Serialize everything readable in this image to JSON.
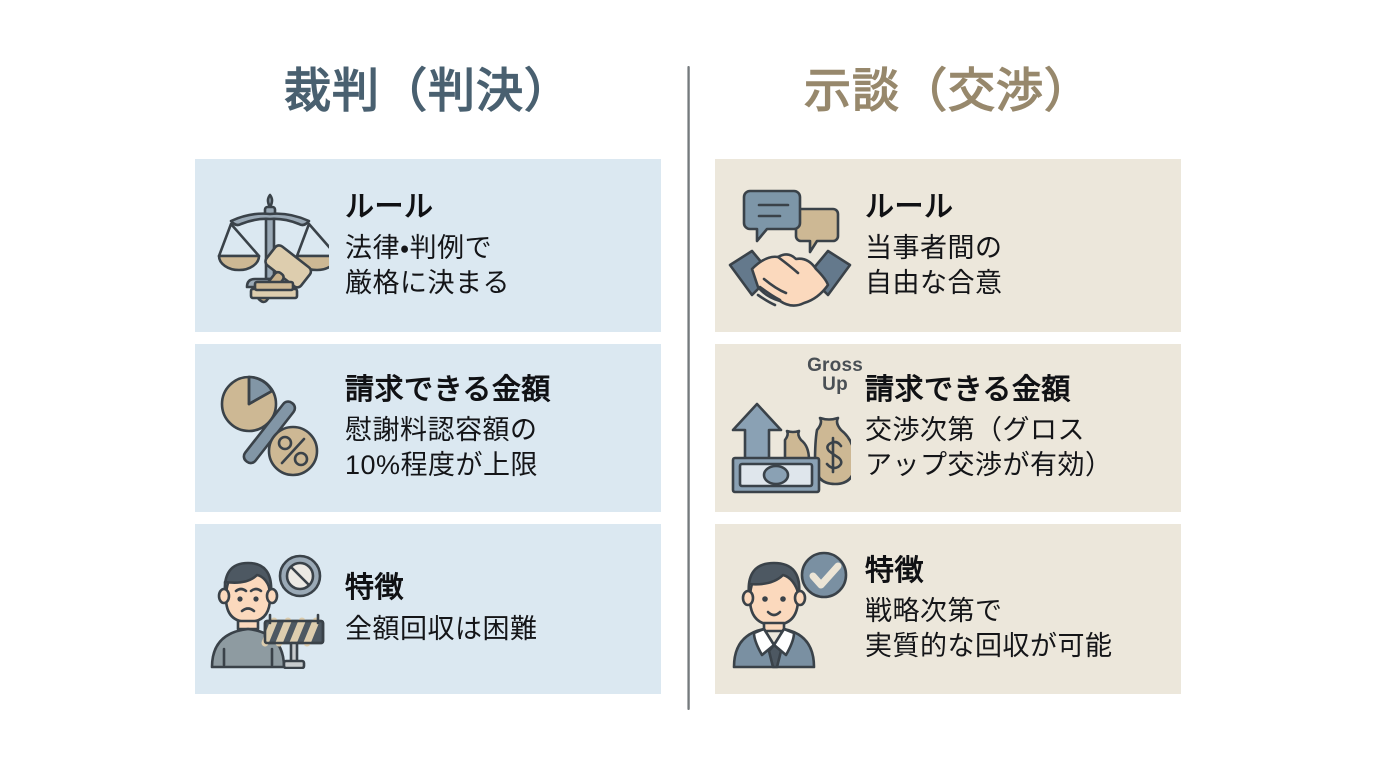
{
  "slide": {
    "background_color": "#ffffff",
    "divider": "vertical-rule"
  },
  "columns": [
    {
      "side": "left",
      "title": "裁判（判決）",
      "title_color": "#496070",
      "card_color": "#dbe8f1",
      "cards": [
        {
          "icon": "scales-of-justice-gavel-icon",
          "heading": "ルール",
          "body_lines": [
            "法律・判例で",
            "厳格に決まる"
          ]
        },
        {
          "icon": "pie-chart-percent-icon",
          "heading": "請求できる金額",
          "body_lines": [
            "慰謝料認容額の",
            "10%程度が上限"
          ]
        },
        {
          "icon": "sad-person-prohibition-barrier-icon",
          "heading": "特徴",
          "body_lines": [
            "全額回収は困難"
          ]
        }
      ]
    },
    {
      "side": "right",
      "title": "示談（交渉）",
      "title_color": "#97886c",
      "card_color": "#ece7db",
      "cards": [
        {
          "icon": "handshake-speech-bubbles-icon",
          "heading": "ルール",
          "body_lines": [
            "当事者間の",
            "自由な合意"
          ]
        },
        {
          "icon": "gross-up-money-arrow-icon",
          "icon_label_line1": "Gross",
          "icon_label_line2": "Up",
          "heading": "請求できる金額",
          "body_lines": [
            "交渉次第（グロス",
            "アップ交渉が有効）"
          ]
        },
        {
          "icon": "businessman-check-icon",
          "heading": "特徴",
          "body_lines": [
            "戦略次第で",
            "実質的な回収が可能"
          ]
        }
      ]
    }
  ],
  "palette": {
    "slate": "#7c93a6",
    "slate_dark": "#5b7186",
    "tan": "#cdb894",
    "tan_light": "#ddcdae",
    "outline": "#3a4249",
    "skin": "#fbd9bd",
    "gray_shirt": "#8e9ba1"
  }
}
